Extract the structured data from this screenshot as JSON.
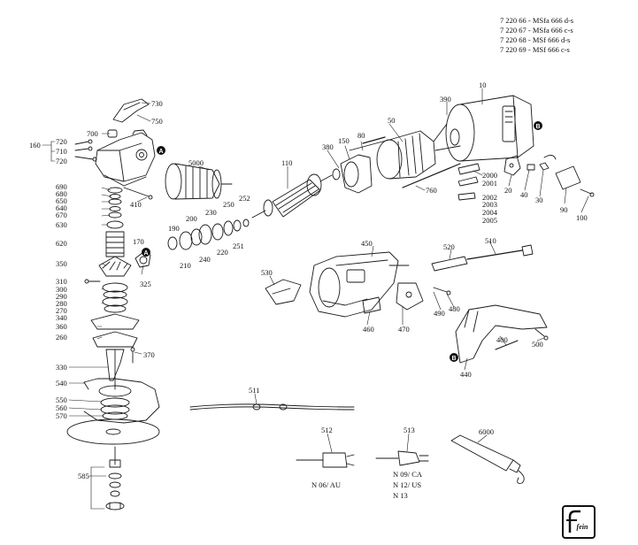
{
  "model_numbers": [
    "7 220 66 - MSfa 666 d-s",
    "7 220 67 - MSfa 666 c-s",
    "7 220 68 - MSf  666 d-s",
    "7 220 69 - MSf  666 c-s"
  ],
  "reference_letters": [
    "A",
    "B"
  ],
  "part_numbers": [
    "730",
    "750",
    "700",
    "160",
    "720",
    "710",
    "720",
    "5000",
    "110",
    "380",
    "150",
    "80",
    "50",
    "390",
    "10",
    "2000",
    "2001",
    "2002",
    "2003",
    "2004",
    "2005",
    "760",
    "20",
    "40",
    "30",
    "90",
    "100",
    "410",
    "690",
    "680",
    "650",
    "640",
    "670",
    "630",
    "620",
    "350",
    "310",
    "300",
    "290",
    "280",
    "270",
    "340",
    "360",
    "260",
    "330",
    "540",
    "550",
    "560",
    "570",
    "585",
    "370",
    "170",
    "325",
    "190",
    "200",
    "230",
    "250",
    "252",
    "210",
    "240",
    "220",
    "251",
    "450",
    "520",
    "510",
    "530",
    "460",
    "470",
    "490",
    "480",
    "400",
    "500",
    "440",
    "511",
    "512",
    "513",
    "6000"
  ],
  "plug_variants": {
    "plug_512": "N 06/ AU",
    "plug_513": [
      "N 09/ CA",
      "N 12/ US",
      "N 13"
    ]
  },
  "logo_text": "fein"
}
